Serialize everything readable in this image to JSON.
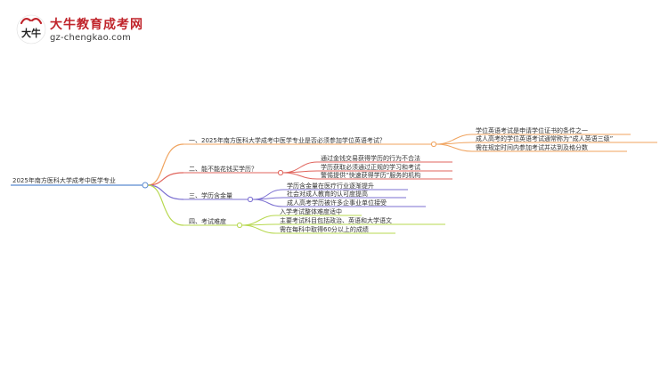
{
  "brand": {
    "title": "大牛教育成考网",
    "url": "gz-chengkao.com",
    "logo_glyph": "大牛",
    "accent": "#c0242b"
  },
  "root": {
    "label": "2025年南方医科大学成考中医学专业"
  },
  "branches": [
    {
      "label": "一、2025年南方医科大学成考中医学专业是否必须参加学位英语考试？",
      "color": "#f0a35e",
      "children": [
        "学位英语考试是申请学位证书的条件之一",
        "成人高考的学位英语考试通常称为“成人英语三级”",
        "需在规定时间内参加考试并达到及格分数"
      ]
    },
    {
      "label": "二、能不能花钱买学历？",
      "color": "#e0645c",
      "children": [
        "通过金钱交易获得学历的行为不合法",
        "学历获取必须通过正规的学习和考试",
        "警惕提供“快速获得学历”服务的机构"
      ]
    },
    {
      "label": "三、学历含金量",
      "color": "#7b6fd1",
      "children": [
        "学历含金量在医疗行业逐渐提升",
        "社会对成人教育的认可度提高",
        "成人高考学历被许多企事业单位接受"
      ]
    },
    {
      "label": "四、考试难度",
      "color": "#b7d84f",
      "children": [
        "入学考试整体难度适中",
        "主要考试科目包括政治、英语和大学语文",
        "需在每科中取得60分以上的成绩"
      ]
    }
  ]
}
